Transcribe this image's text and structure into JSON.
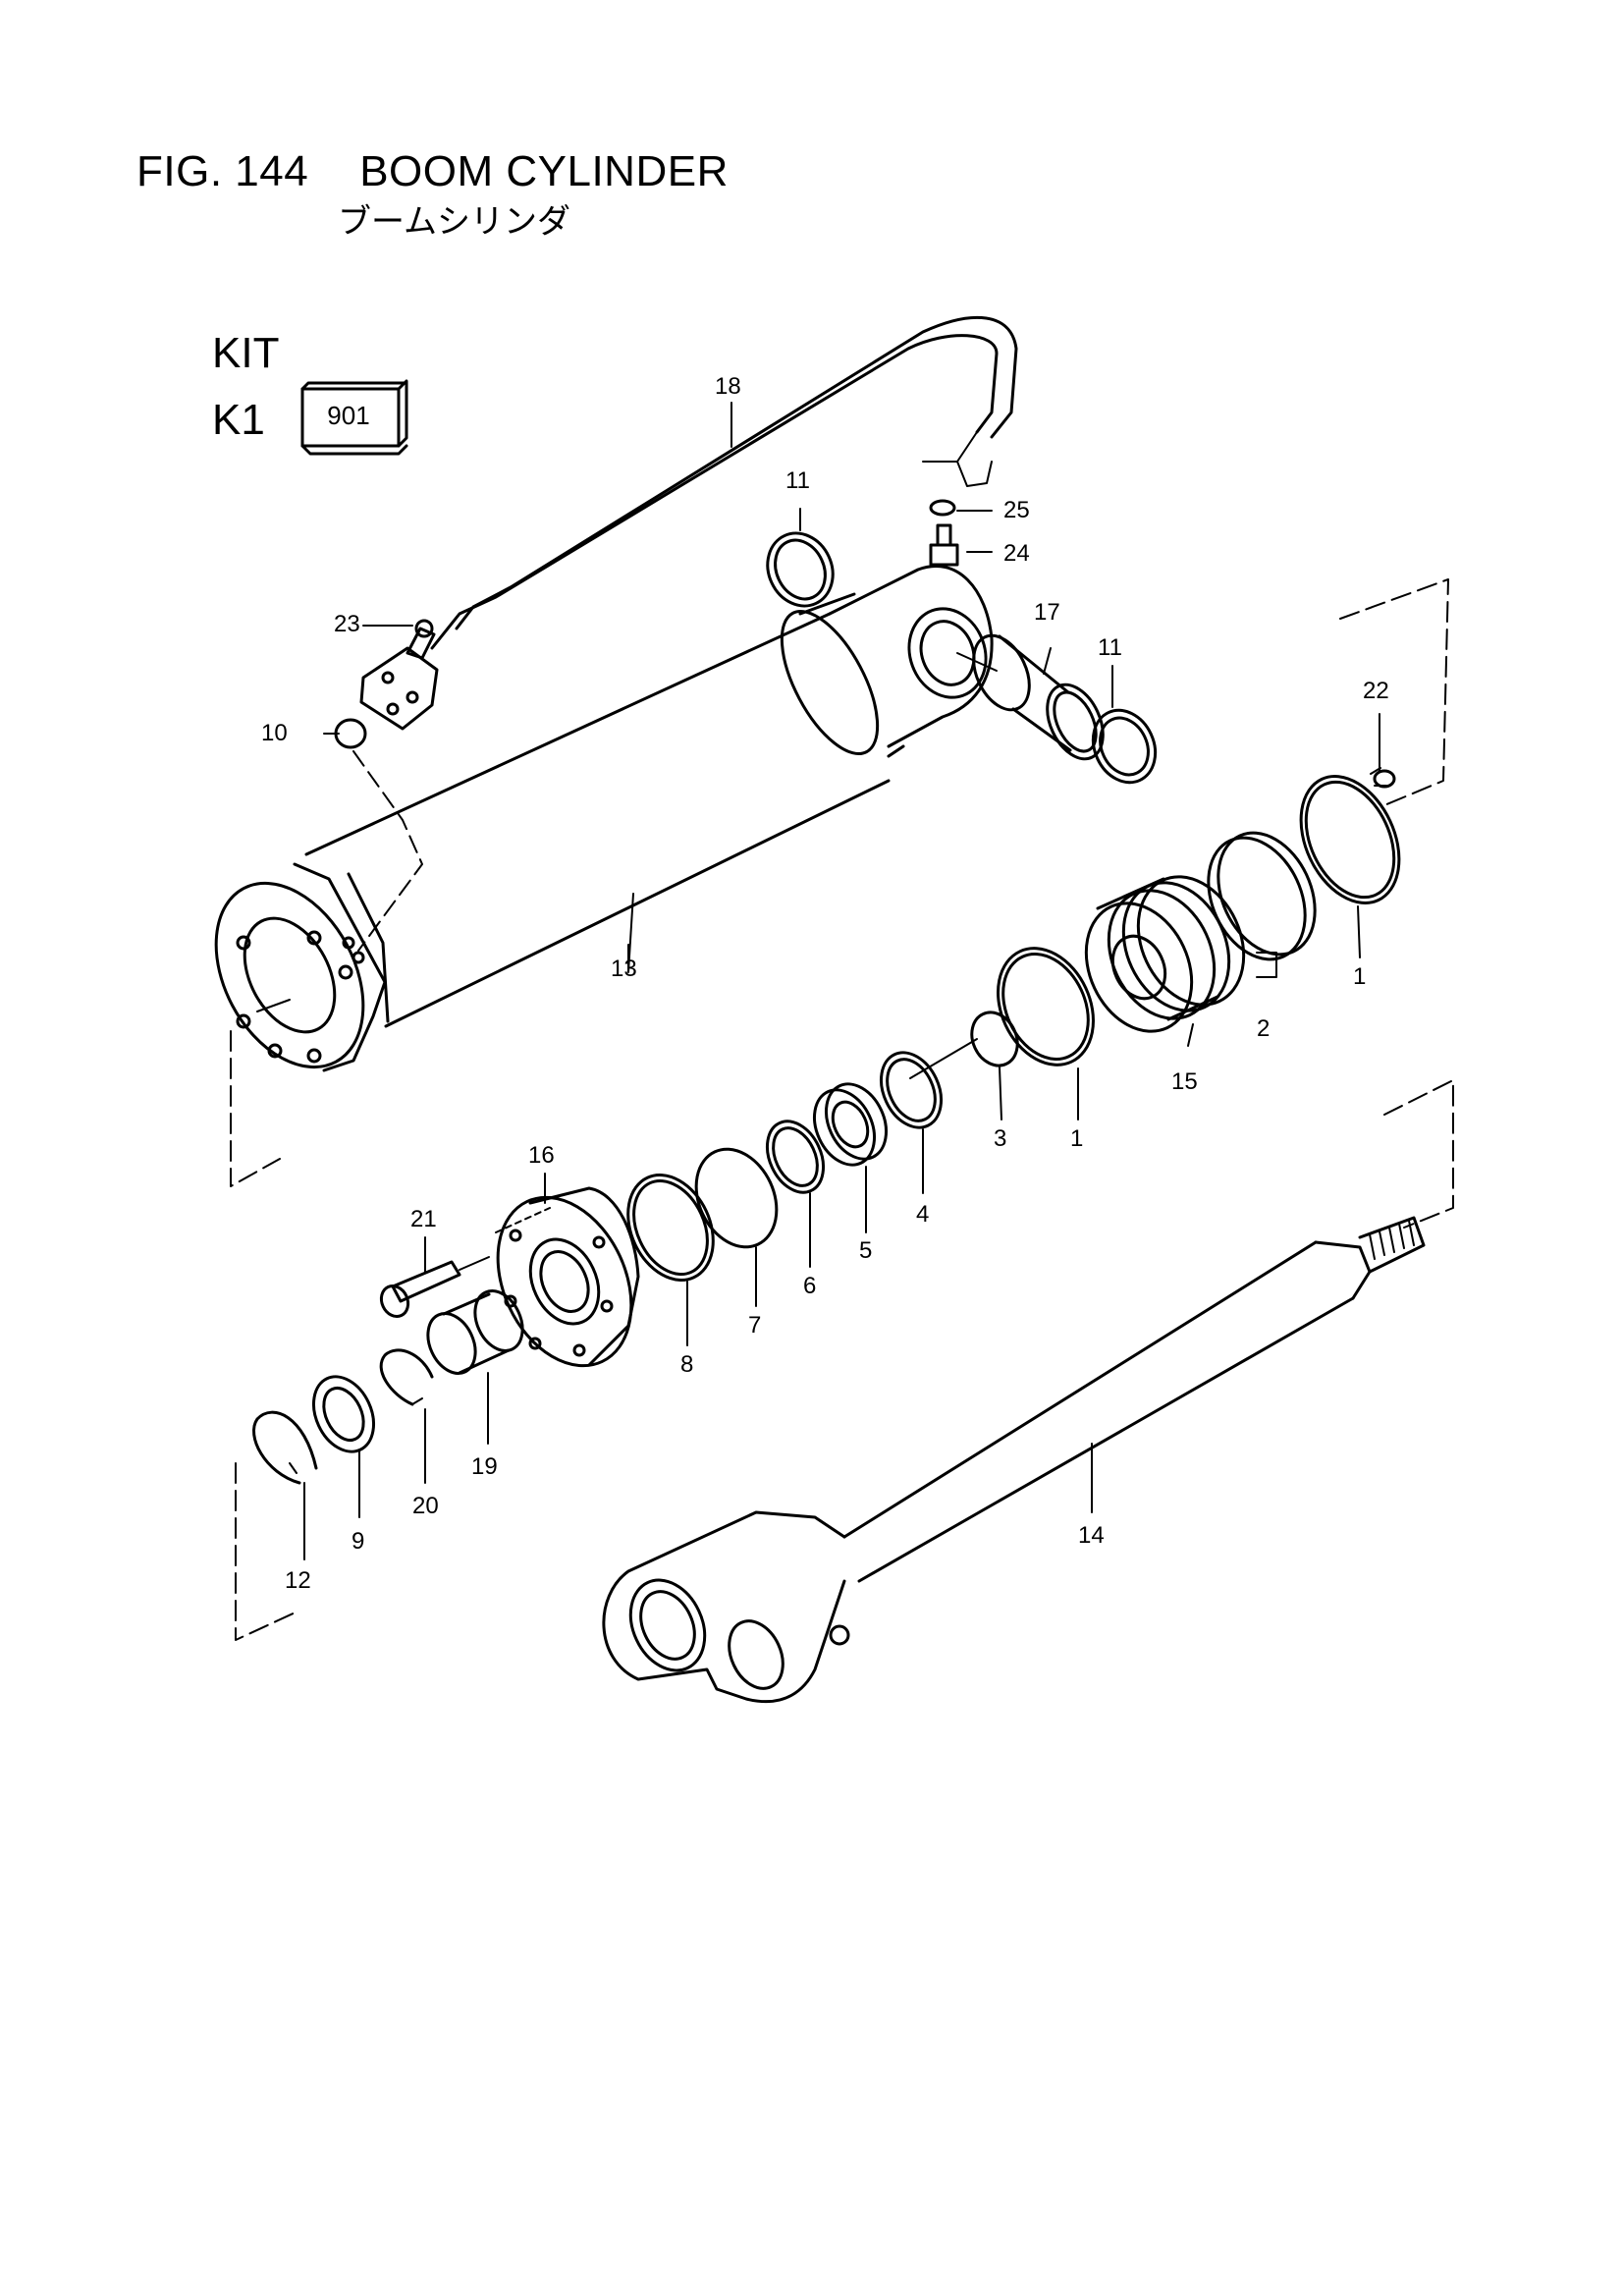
{
  "figure": {
    "number": "FIG. 144",
    "title": "BOOM CYLINDER",
    "subtitle": "ブームシリンダ"
  },
  "kit": {
    "heading": "KIT",
    "id": "K1",
    "box_value": "901"
  },
  "callouts": {
    "c1a": "1",
    "c1b": "1",
    "c2": "2",
    "c3": "3",
    "c4": "4",
    "c5": "5",
    "c6": "6",
    "c7": "7",
    "c8": "8",
    "c9": "9",
    "c10": "10",
    "c11a": "11",
    "c11b": "11",
    "c12": "12",
    "c13": "13",
    "c14": "14",
    "c15": "15",
    "c16": "16",
    "c17": "17",
    "c18": "18",
    "c19": "19",
    "c20": "20",
    "c21": "21",
    "c22": "22",
    "c23": "23",
    "c24": "24",
    "c25": "25"
  }
}
